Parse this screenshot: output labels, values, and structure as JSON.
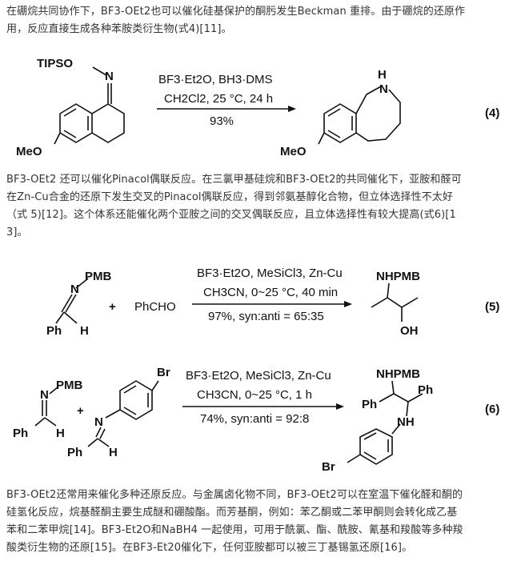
{
  "paragraphs": {
    "p1_line1": "在硼烷共同协作下，BF3-OEt2也可以催化硅基保护的酮肟发生Beckman 重排。由于硼烷的还原作",
    "p1_line2": "用，反应直接生成各种苯胺类衍生物(式4)[11]。",
    "p2_line1": "BF3-OEt2 还可以催化Pinacol偶联反应。在三氯甲基硅烷和BF3-OEt2的共同催化下，亚胺和醛可",
    "p2_line2": "在Zn-Cu合金的还原下发生交叉的Pinacol偶联反应，得到邻氨基醇化合物，但立体选择性不太好",
    "p2_line3": "（式 5)[12]。这个体系还能催化两个亚胺之间的交叉偶联反应，且立体选择性有较大提高(式6)[1",
    "p2_line4": "3]。",
    "p3_line1": "BF3-OEt2还常用来催化多种还原反应。与金属卤化物不同，BF3-OEt2可以在室温下催化醛和酮的",
    "p3_line2": "硅氢化反应，烷基醛酮主要生成醚和硼酸酯。而芳基酮，例如：苯乙酮或二苯甲酮则会转化成乙基",
    "p3_line3": "苯和二苯甲烷[14]。BF3-Et2O和NaBH4 一起使用，可用于酰氯、酯、酰胺、氰基和羧酸等多种羧",
    "p3_line4": "酸类衍生物的还原[15]。在BF3-Et20催化下，任何亚胺都可以被三丁基锡氢还原[16]。"
  },
  "scheme4": {
    "number": "(4)",
    "reagents": "BF3·Et2O, BH3·DMS",
    "solvent": "CH2Cl2, 25 °C, 24 h",
    "yield": "93%",
    "sm_tips": "TIPSO",
    "sm_n": "N",
    "sm_meo": "MeO",
    "prod_nh": "H",
    "prod_n": "N",
    "prod_meo": "MeO"
  },
  "scheme5": {
    "number": "(5)",
    "reagents": "BF3·Et2O, MeSiCl3, Zn-Cu",
    "solvent": "CH3CN, 0~25 °C, 40 min",
    "yield": "97%, syn:anti = 65:35",
    "imine_pmb": "PMB",
    "imine_n": "N",
    "imine_ph": "Ph",
    "imine_h": "H",
    "plus": "+",
    "aldehyde": "PhCHO",
    "prod_nhpmb": "NHPMB",
    "prod_oh": "OH"
  },
  "scheme6": {
    "number": "(6)",
    "reagents": "BF3·Et2O, MeSiCl3, Zn-Cu",
    "solvent": "CH3CN, 0~25 °C, 1 h",
    "yield": "74%, syn:anti = 92:8",
    "imine_pmb": "PMB",
    "imine_n": "N",
    "imine_ph": "Ph",
    "imine_h": "H",
    "plus": "+",
    "br": "Br",
    "imine2_n": "N",
    "imine2_ph": "Ph",
    "imine2_h": "H",
    "prod_nhpmb": "NHPMB",
    "prod_ph1": "Ph",
    "prod_ph2": "Ph",
    "prod_nh": "NH",
    "prod_br": "Br"
  }
}
